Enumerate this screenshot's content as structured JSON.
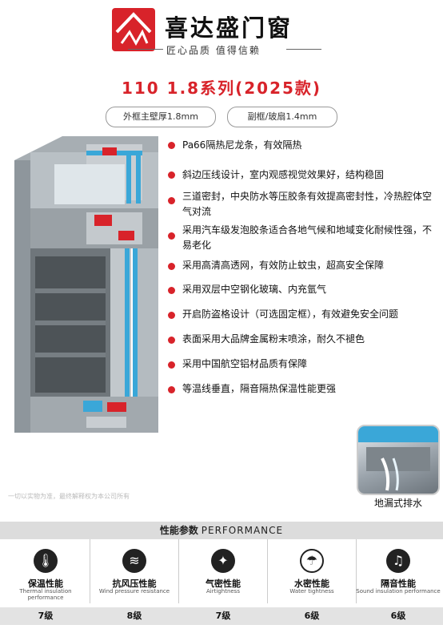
{
  "header": {
    "brand": "喜达盛门窗",
    "slogan": "匠心品质 值得信赖"
  },
  "title": "110  1.8系列(2025款)",
  "specs": [
    "外框主壁厚1.8mm",
    "副框/玻扇1.4mm"
  ],
  "features": [
    "Pa66隔热尼龙条，有效隔热",
    "斜边压线设计，室内观感视觉效果好，结构稳固",
    "三道密封，中央防水等压胶条有效提高密封性，冷热腔体空气对流",
    "采用汽车级发泡胶条适合各地气候和地域变化耐候性强，不易老化",
    "采用高清高透网，有效防止蚊虫，超高安全保障",
    "采用双层中空钢化玻璃、内充氩气",
    "开启防盗格设计（可选固定框），有效避免安全问题",
    "表面采用大品牌金属粉末喷涂，耐久不褪色",
    "采用中国航空铝材品质有保障",
    "等温线垂直，隔音隔热保温性能更强"
  ],
  "drain_label": "地漏式排水",
  "disclaimer": "一切以实物为准，最终解释权为本公司所有",
  "performance": {
    "title_zh": "性能参数",
    "title_en": "PERFORMANCE",
    "items": [
      {
        "zh": "保温性能",
        "en": "Thermal insulation performance",
        "grade": "7级",
        "icon": "thermometer-icon"
      },
      {
        "zh": "抗风压性能",
        "en": "Wind pressure resistance",
        "grade": "8级",
        "icon": "wind-icon"
      },
      {
        "zh": "气密性能",
        "en": "Airtightness",
        "grade": "7级",
        "icon": "airtight-icon"
      },
      {
        "zh": "水密性能",
        "en": "Water tightness",
        "grade": "6级",
        "icon": "water-icon"
      },
      {
        "zh": "隔音性能",
        "en": "Sound insulation performance",
        "grade": "6级",
        "icon": "sound-icon"
      }
    ]
  },
  "colors": {
    "accent": "#d8232a",
    "frame": "#8e969c",
    "glass": "#3aa7d8"
  }
}
